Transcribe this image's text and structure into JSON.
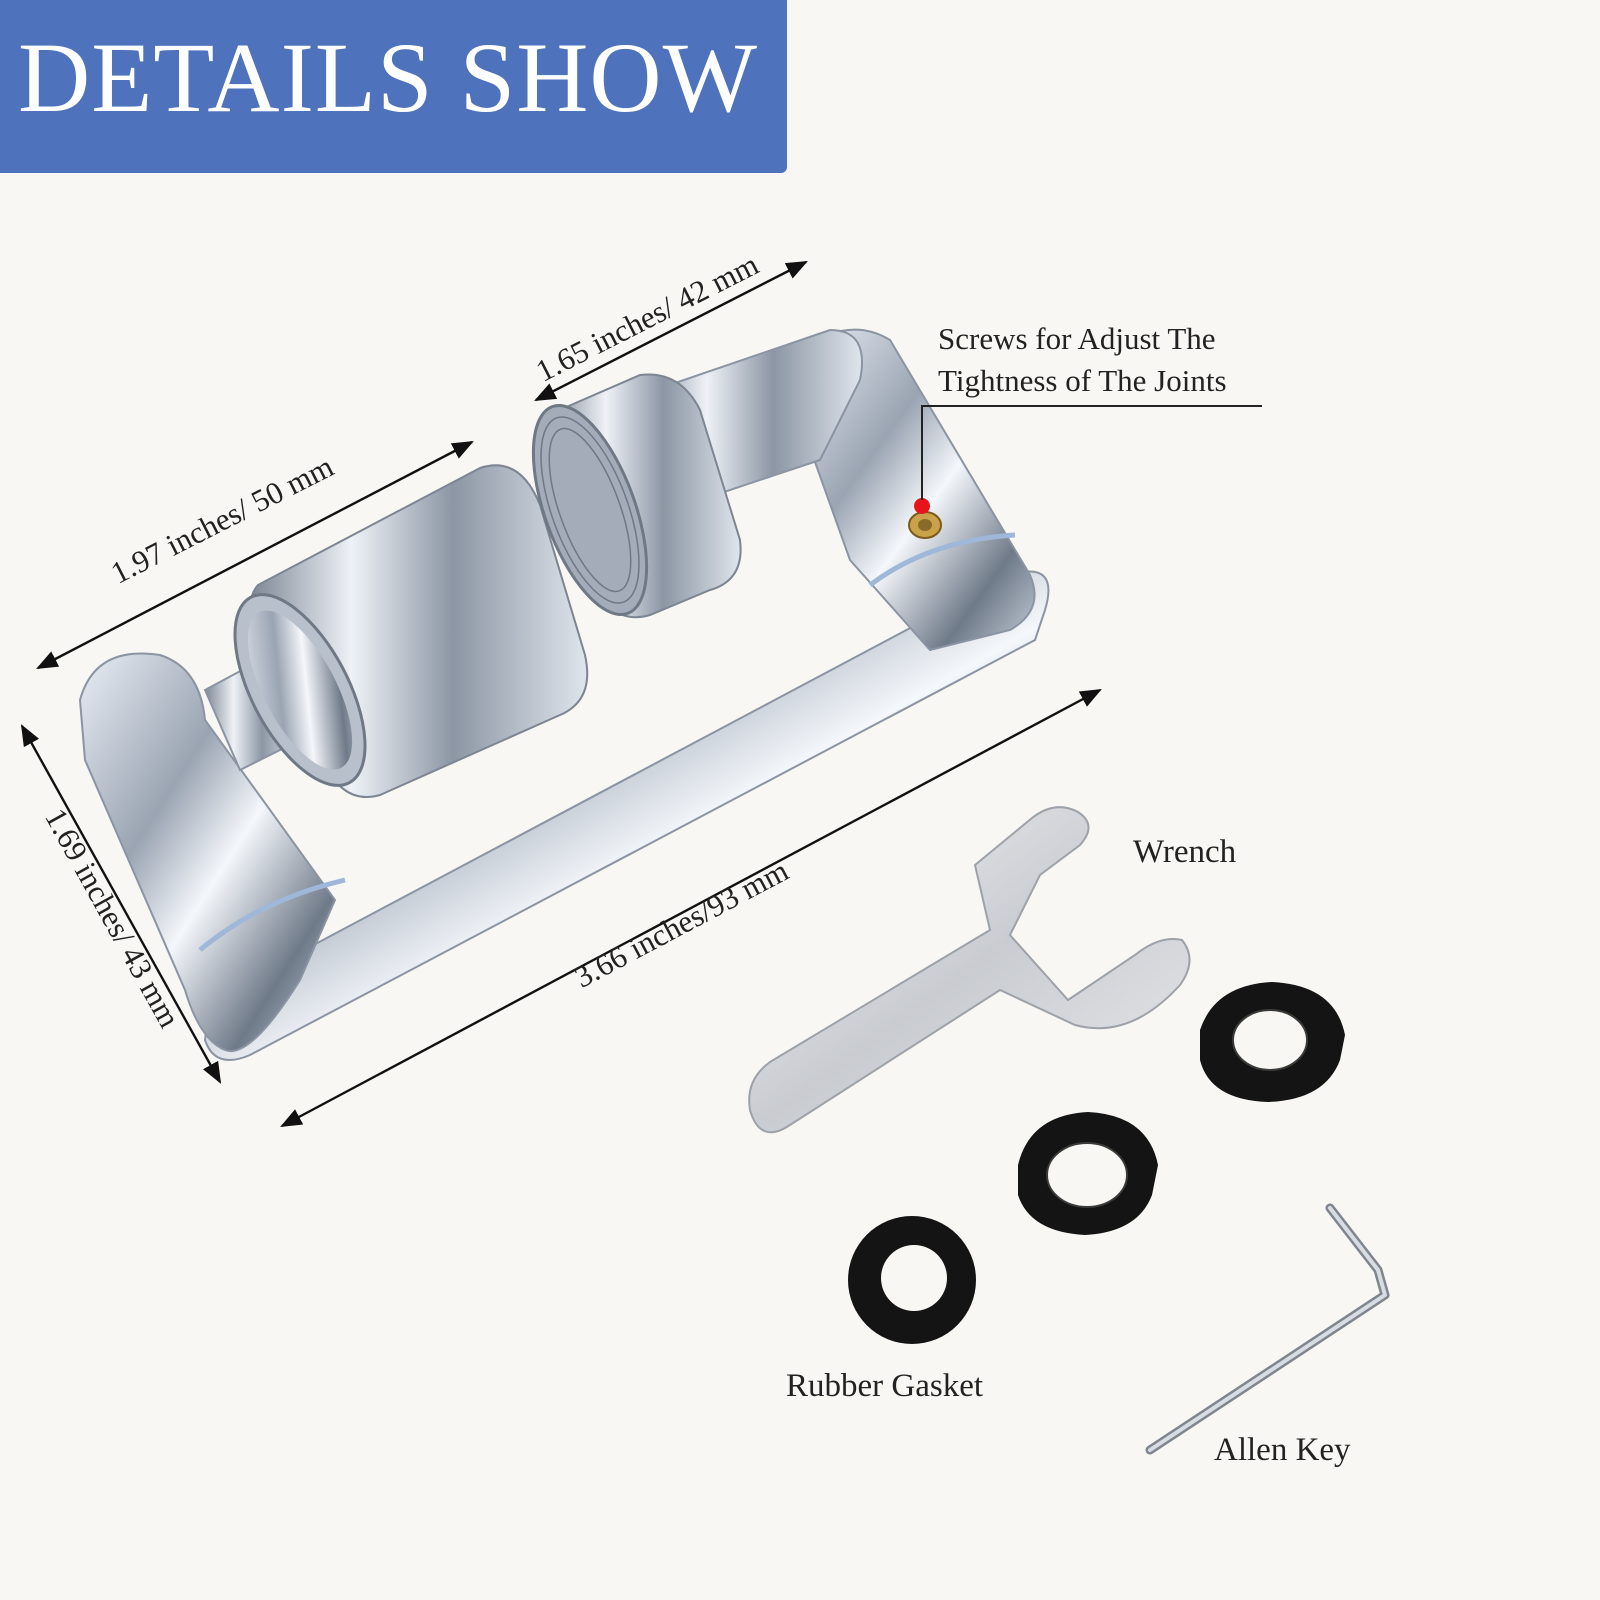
{
  "banner": {
    "title": "DETAILS SHOW",
    "color": "#4f72bd"
  },
  "dimensions": {
    "aerator_width": "1.97 inches/ 50 mm",
    "outlet_width": "1.65 inches/ 42 mm",
    "height": "1.69 inches/ 43 mm",
    "length": "3.66 inches/93 mm"
  },
  "callout": {
    "line1": "Screws for Adjust The",
    "line2": "Tightness of The Joints",
    "marker_color": "#e8141c"
  },
  "accessories": {
    "wrench": "Wrench",
    "gasket": "Rubber Gasket",
    "allen_key": "Allen Key"
  }
}
